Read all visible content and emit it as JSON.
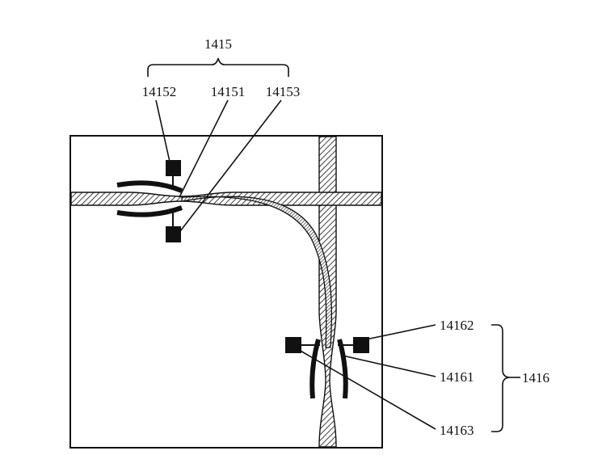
{
  "figure": {
    "labels": {
      "group_top": "1415",
      "top_left": "14152",
      "top_mid": "14151",
      "top_right": "14153",
      "right_top": "14162",
      "right_mid": "14161",
      "right_bot": "14163",
      "group_right": "1416"
    },
    "colors": {
      "ink": "#111111",
      "background": "#ffffff"
    }
  }
}
